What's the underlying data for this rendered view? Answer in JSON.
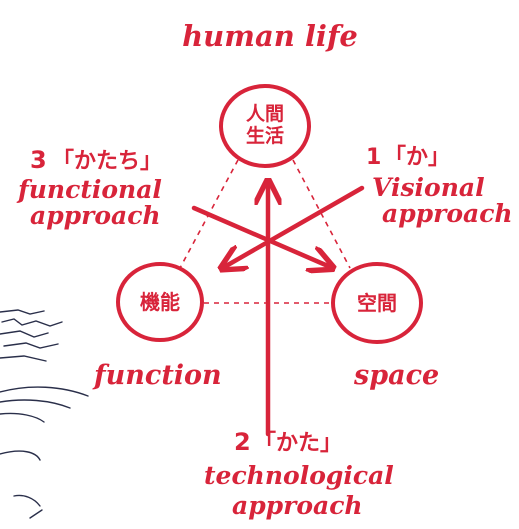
{
  "title": "human life",
  "nodes": {
    "human_life": "人間生活",
    "function": "機能",
    "space": "空間"
  },
  "approaches": {
    "functional": {
      "number": "3",
      "kana": "「かたち」",
      "line1": "functional",
      "line2": "approach"
    },
    "visional": {
      "number": "1",
      "kana": "「か」",
      "line1": "Visional",
      "line2": "approach"
    },
    "technological": {
      "number": "2",
      "kana": "「かた」",
      "line1": "technological",
      "line2": "approach"
    }
  },
  "labels": {
    "function": "function",
    "space": "space"
  },
  "colors": {
    "ink": "#d8243a",
    "sketch": "#2a2f4a"
  }
}
